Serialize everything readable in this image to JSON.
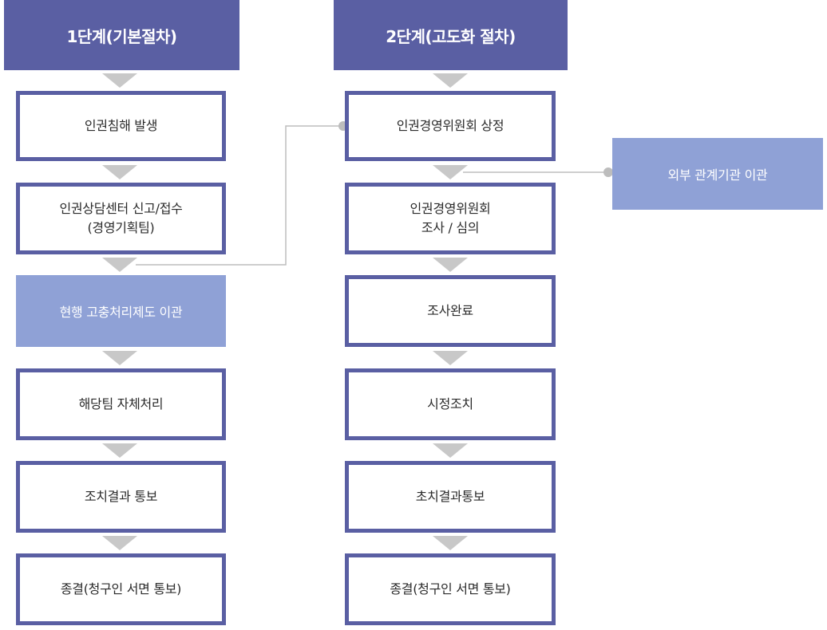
{
  "stage1": {
    "header": "1단계(기본절차)",
    "steps": [
      "인권침해 발생",
      "인권상담센터 신고/접수\n(경영기획팀)",
      "현행 고충처리제도 이관",
      "해당팀 자체처리",
      "조치결과 통보",
      "종결(청구인 서면 통보)"
    ]
  },
  "stage2": {
    "header": "2단계(고도화 절차)",
    "steps": [
      "인권경영위원회 상정",
      "인권경영위원회\n조사 / 심의",
      "조사완료",
      "시정조치",
      "초치결과통보",
      "종결(청구인 서면 통보)"
    ]
  },
  "external": {
    "label": "외부 관계기관 이관"
  },
  "colors": {
    "header": "#5a5fa3",
    "border": "#5a5fa3",
    "light_box": "#8fa1d6",
    "arrow": "#c8c8c8",
    "connector": "#bdbdbd"
  }
}
